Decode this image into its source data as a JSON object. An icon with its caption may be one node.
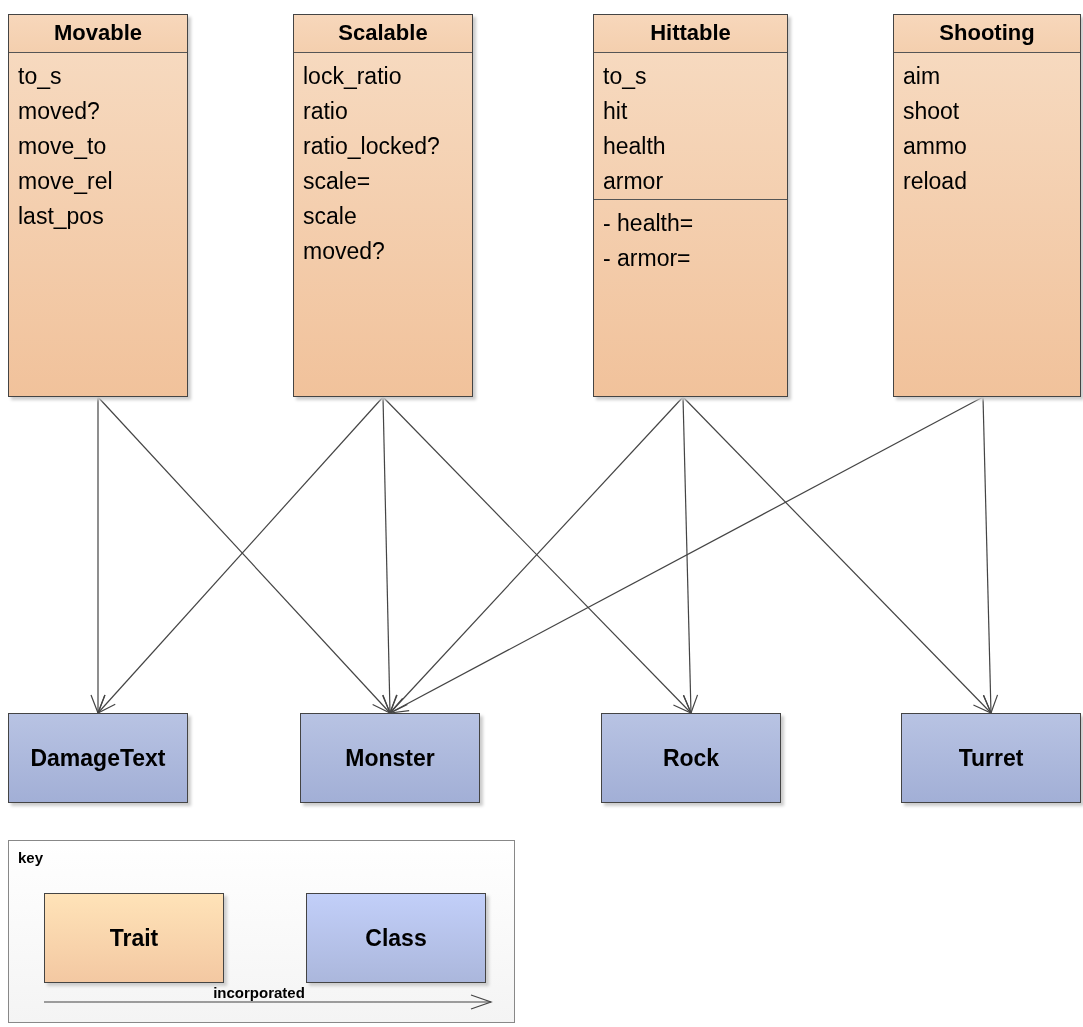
{
  "diagram": {
    "nodes": [
      {
        "text": [
          "Movable",
          "to_s",
          "moved?",
          "move_to",
          "move_rel",
          "last_pos"
        ]
      },
      {
        "text": [
          "Scalable",
          "lock_ratio",
          "ratio",
          "ratio_locked?",
          "scale=",
          "scale",
          "moved?"
        ]
      },
      {
        "text": [
          "Hittable",
          "to_s",
          "hit",
          "health",
          "armor",
          "- health=",
          "- armor="
        ]
      },
      {
        "text": [
          "Shooting",
          "aim",
          "shoot",
          "ammo",
          "reload"
        ]
      },
      {
        "text": [
          "DamageText"
        ]
      },
      {
        "text": [
          "Monster"
        ]
      },
      {
        "text": [
          "Rock"
        ]
      },
      {
        "text": [
          "Turret"
        ]
      },
      {
        "text": [
          "key"
        ]
      }
    ],
    "edges": [
      {
        "from": 0,
        "to": 4,
        "arrow": "to"
      },
      {
        "from": 0,
        "to": 5,
        "arrow": "to"
      },
      {
        "from": 1,
        "to": 4,
        "arrow": "to"
      },
      {
        "from": 1,
        "to": 5,
        "arrow": "to"
      },
      {
        "from": 1,
        "to": 6,
        "arrow": "to"
      },
      {
        "from": 2,
        "to": 5,
        "arrow": "to"
      },
      {
        "from": 2,
        "to": 6,
        "arrow": "to"
      },
      {
        "from": 2,
        "to": 7,
        "arrow": "to"
      },
      {
        "from": 3,
        "to": 5,
        "arrow": "to"
      },
      {
        "from": 3,
        "to": 7,
        "arrow": "to"
      }
    ],
    "legend": [
      {
        "text": "Trait",
        "color": "#f3c8a2"
      },
      {
        "text": "Class",
        "color": "#abb7dc"
      },
      {
        "text": "incorporated"
      }
    ]
  }
}
